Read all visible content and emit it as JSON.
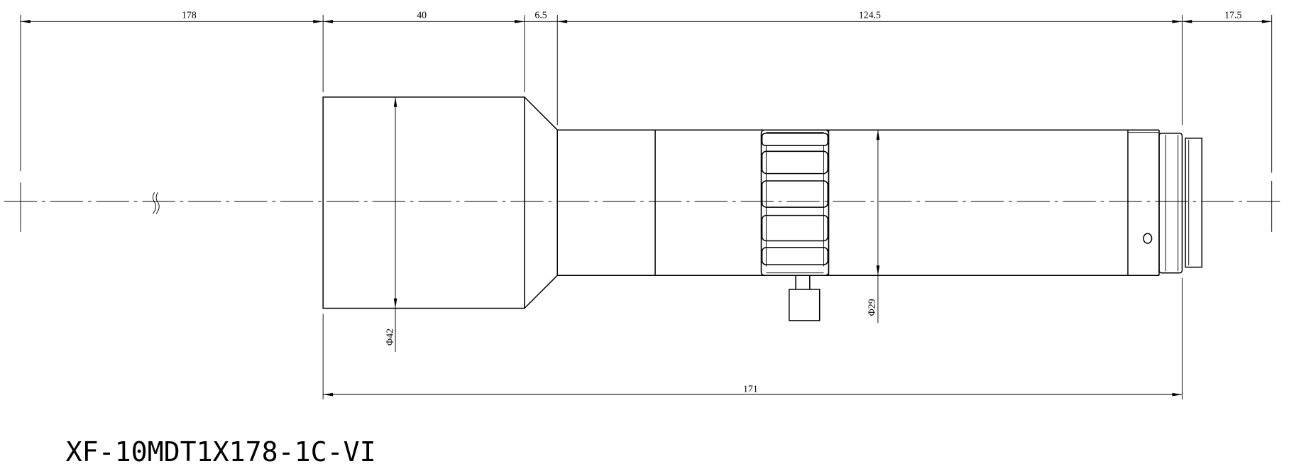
{
  "drawing": {
    "title": "XF-10MDT1X178-1C-VI",
    "dimensions": {
      "working_distance": "178",
      "front_barrel_length": "40",
      "taper_length": "6.5",
      "body_length": "124.5",
      "back_focal": "17.5",
      "total_length": "171",
      "front_diameter": "Φ42",
      "body_diameter": "Φ29"
    }
  }
}
